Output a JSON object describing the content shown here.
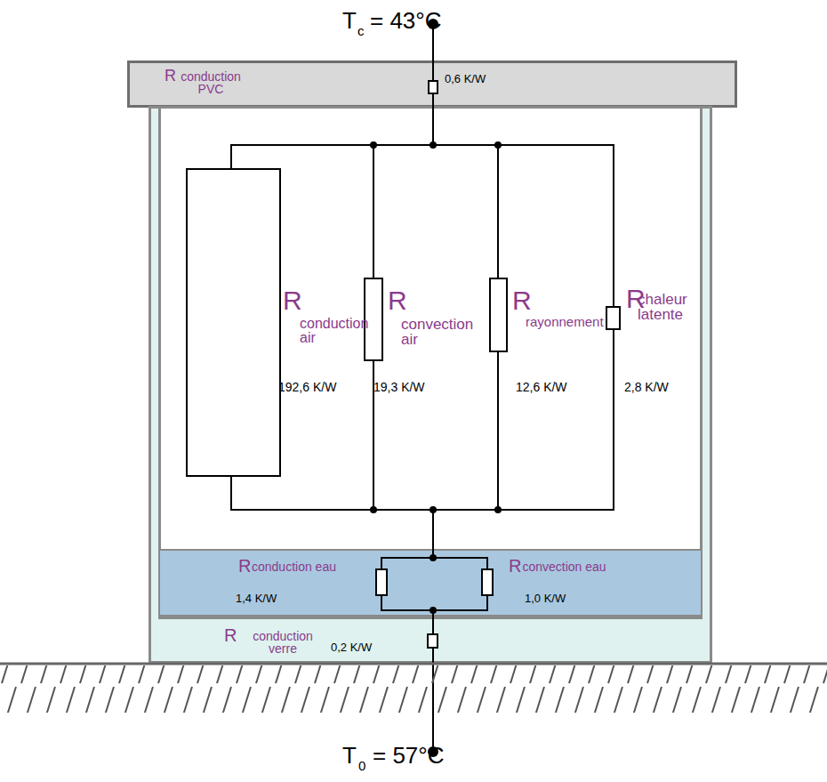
{
  "diagram": {
    "nodes": [
      {
        "text": [
          "R",
          "conduction PVC",
          "0,6 K/W"
        ]
      },
      {
        "text": [
          "R",
          "conduction verre",
          "0,2 K/W"
        ]
      },
      {
        "text": [
          "R",
          "conduction air",
          "192,6 K/W",
          "R",
          "convection air",
          "19,3 K/W",
          "R",
          "rayonnement",
          "12,6 K/W",
          "R",
          "chaleur latente",
          "2,8 K/W"
        ],
        "in": 1
      },
      {
        "text": [
          "R",
          "conduction eau",
          "1,4 K/W",
          "R",
          "convection eau",
          "1,0 K/W"
        ],
        "in": 2
      }
    ],
    "labels": [
      "T",
      "c",
      "= 43°C",
      "T",
      "0",
      "= 57°C"
    ]
  }
}
